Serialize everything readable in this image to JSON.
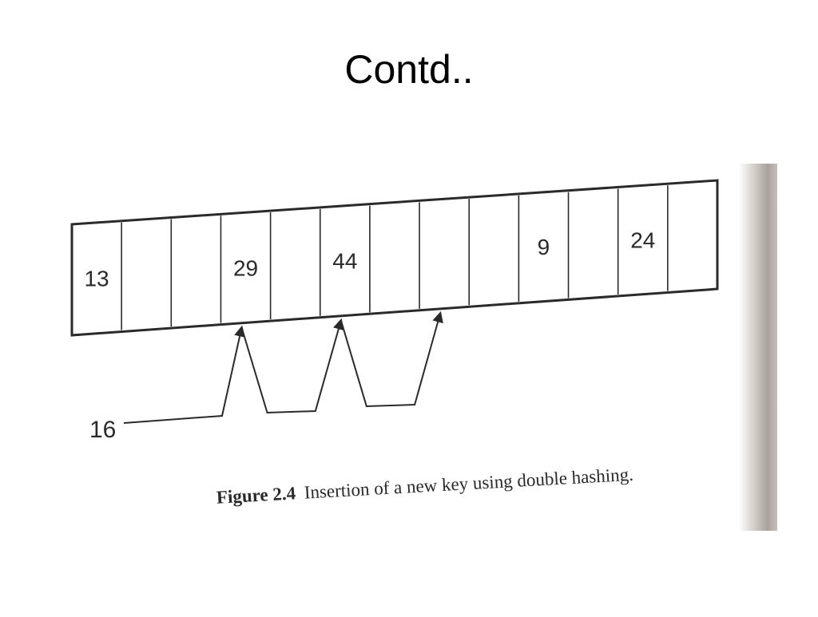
{
  "slide": {
    "title": "Contd.."
  },
  "figure": {
    "caption_label": "Figure 2.4",
    "caption_text": "Insertion of a new key using double hashing.",
    "new_key": "16",
    "slots": [
      "13",
      "",
      "",
      "29",
      "",
      "44",
      "",
      "",
      "",
      "9",
      "",
      "24",
      ""
    ],
    "probe_sequence_slot_indices": [
      3,
      5,
      7
    ]
  },
  "colors": {
    "ink": "#2a2a2a",
    "page_shadow": "#d8d4d0"
  }
}
